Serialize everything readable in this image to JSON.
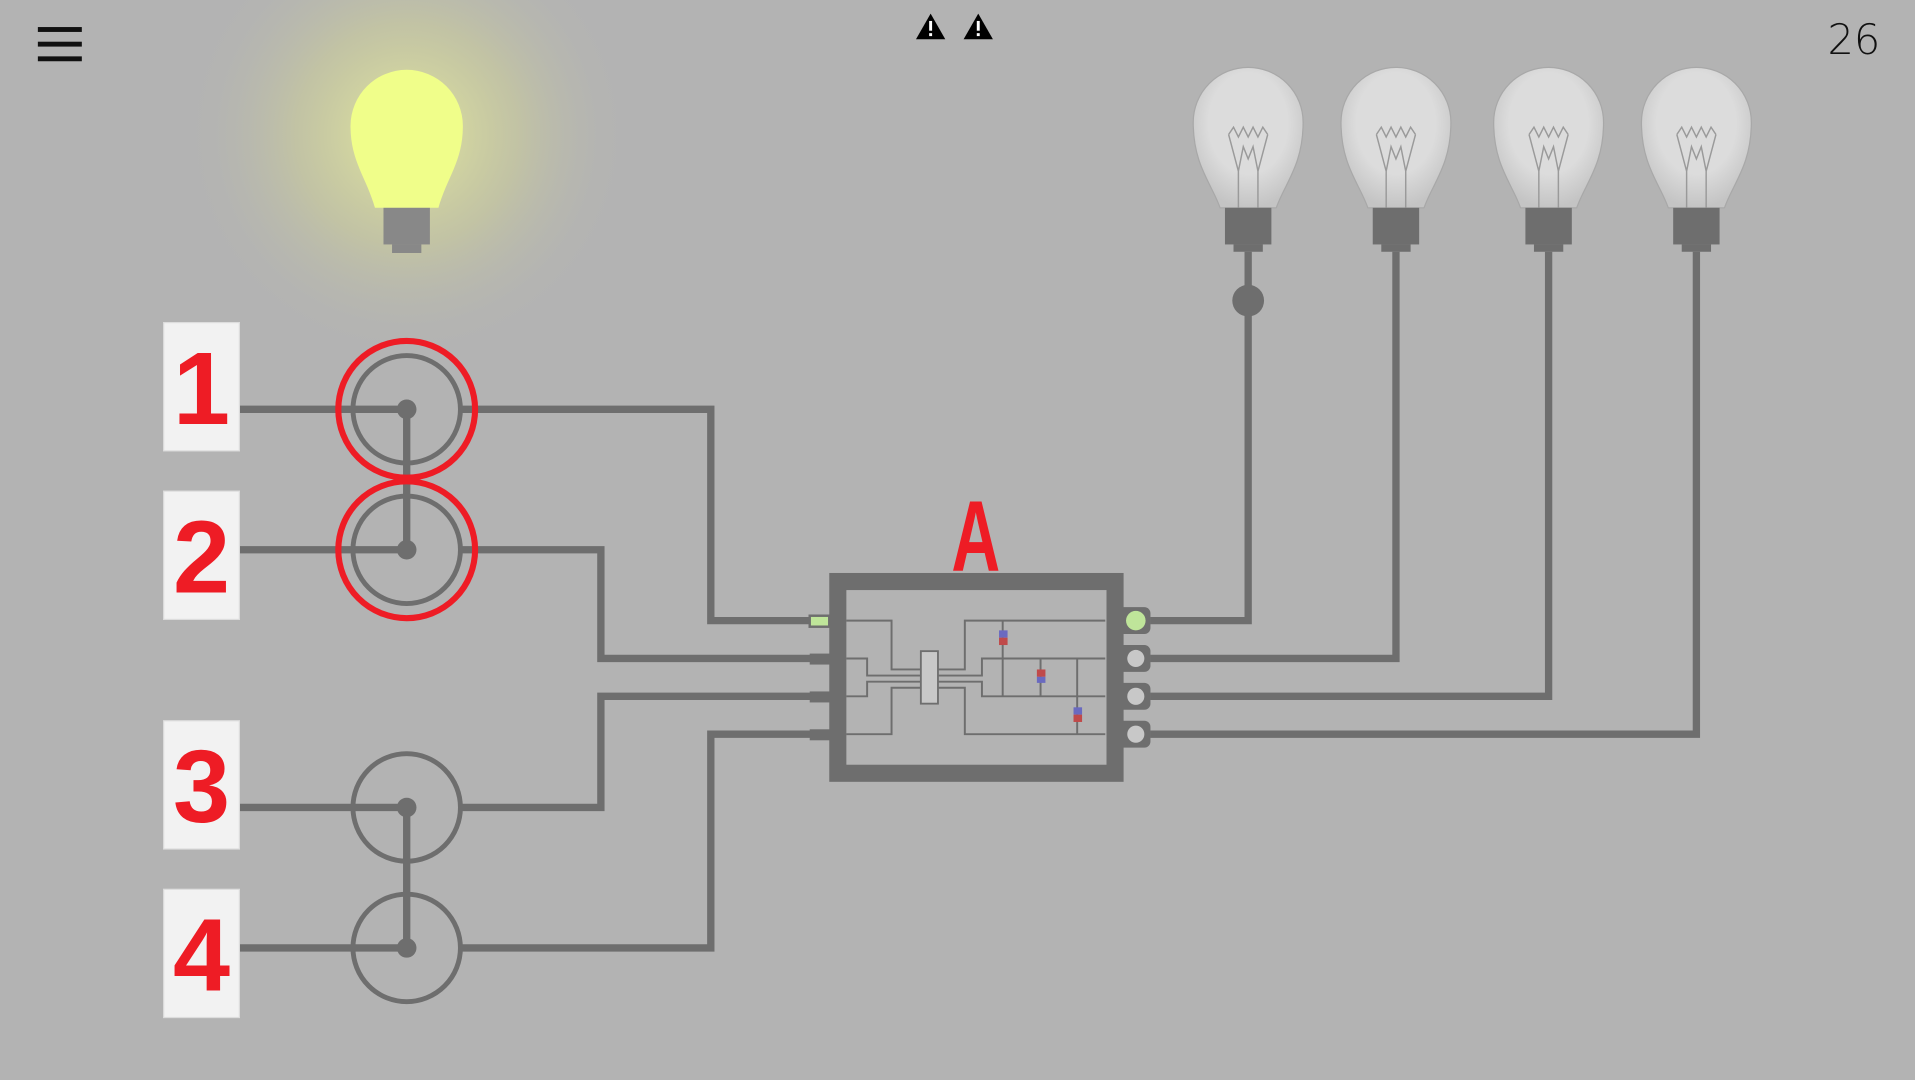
{
  "hud": {
    "menu_icon": "hamburger-icon",
    "warning_icons": [
      "warning-icon",
      "warning-icon"
    ],
    "counter": "26"
  },
  "switches": [
    {
      "label": "1",
      "active": true
    },
    {
      "label": "2",
      "active": true
    },
    {
      "label": "3",
      "active": false
    },
    {
      "label": "4",
      "active": false
    }
  ],
  "chip": {
    "label": "A"
  },
  "colors": {
    "background": "#b3b3b3",
    "wire": "#6e6e6e",
    "active": "#ee1c25",
    "lit": "#f0fe8a",
    "signal": "#bfe59a"
  },
  "bulbs": [
    {
      "id": "target",
      "lit": true
    },
    {
      "id": "out1",
      "lit": false
    },
    {
      "id": "out2",
      "lit": false
    },
    {
      "id": "out3",
      "lit": false
    },
    {
      "id": "out4",
      "lit": false
    }
  ]
}
